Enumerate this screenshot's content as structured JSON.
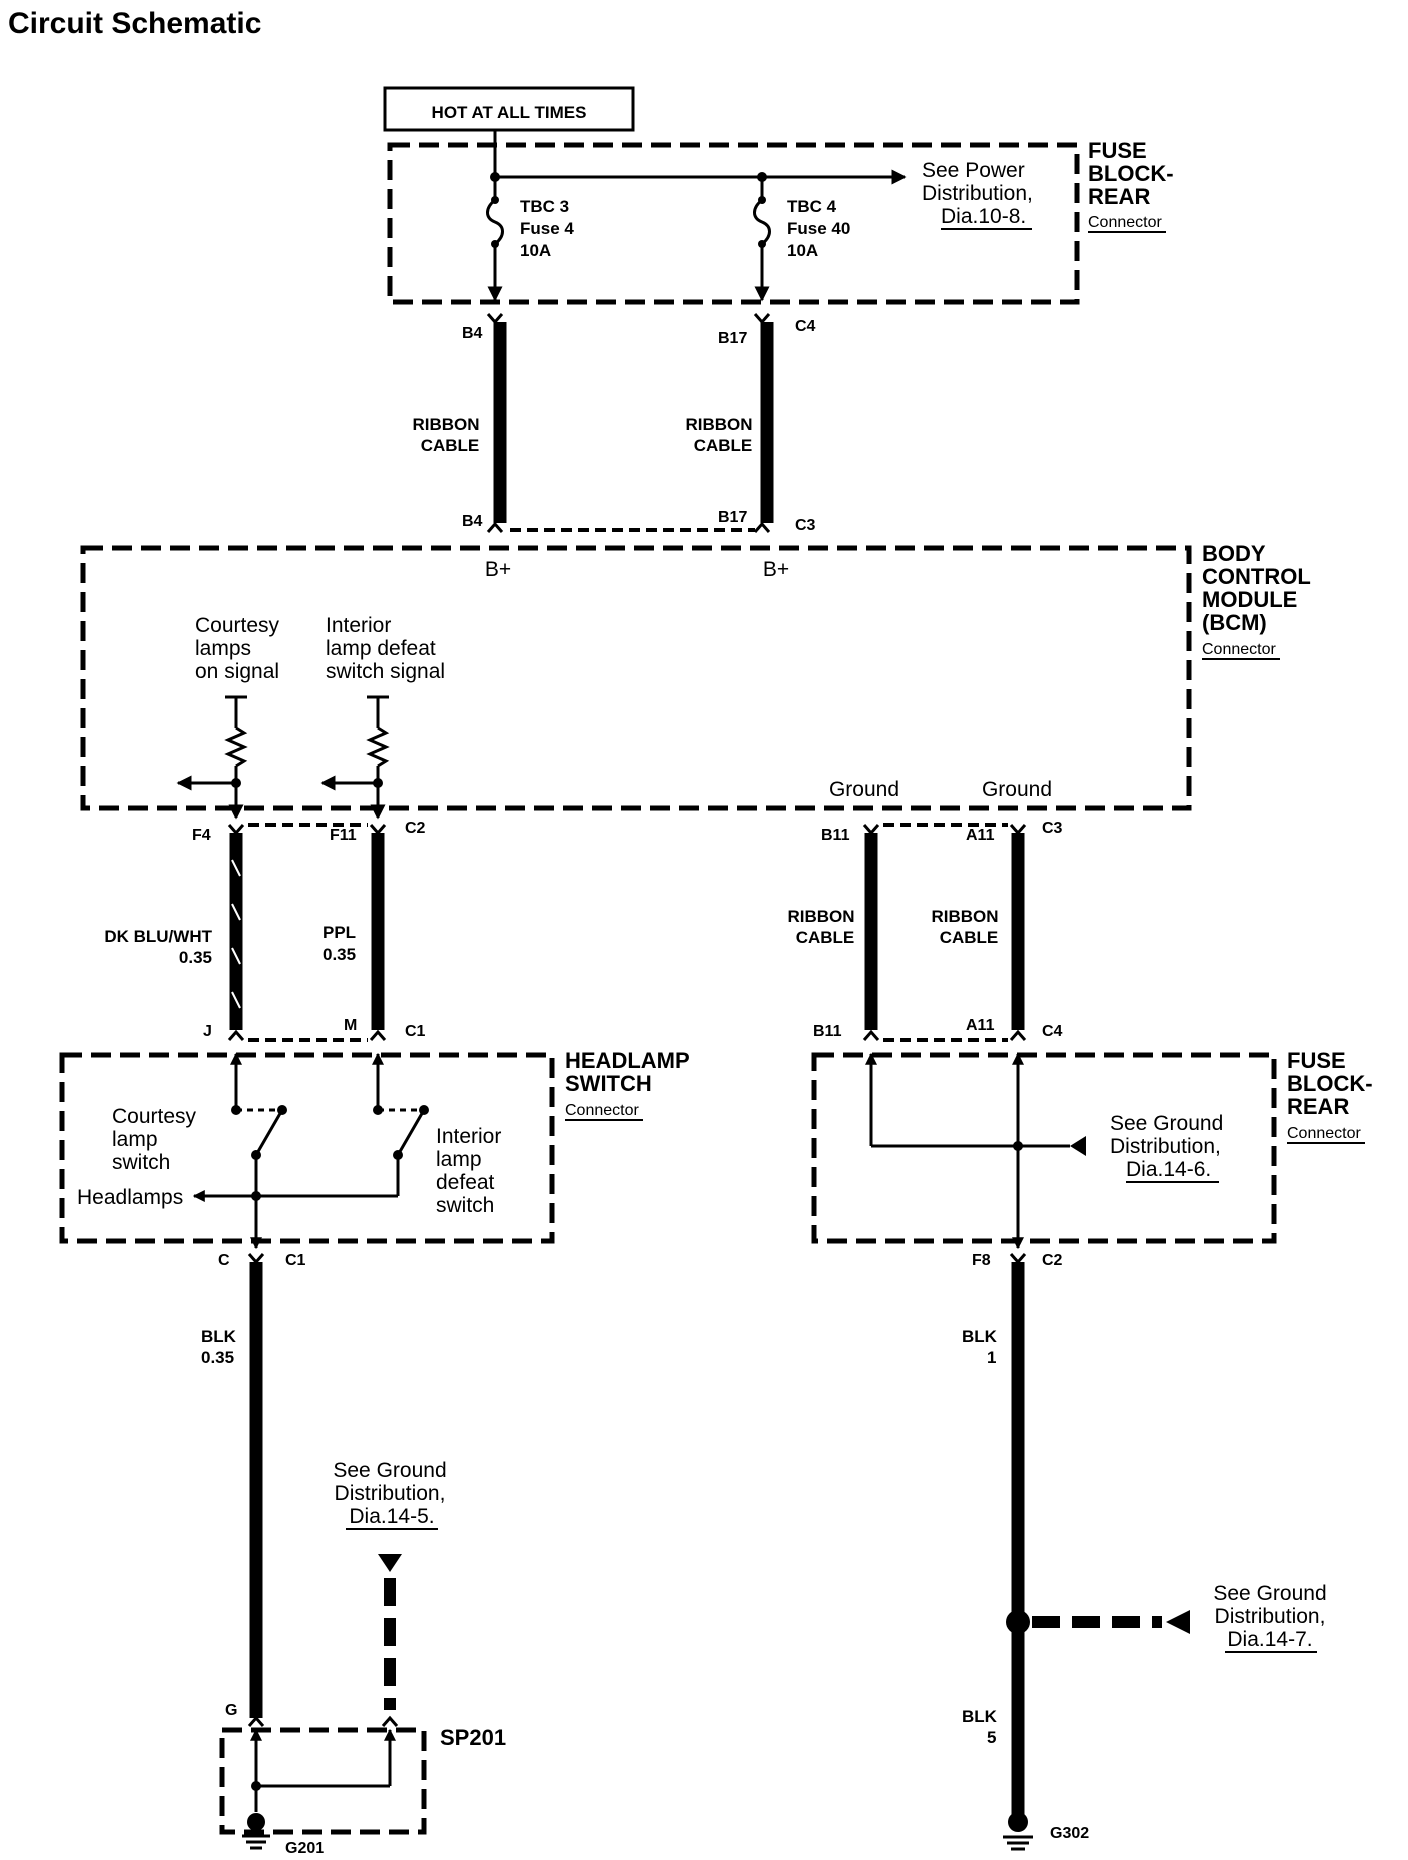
{
  "title": "Circuit Schematic",
  "hot_label": "HOT AT ALL TIMES",
  "fuse_block_top": {
    "name": [
      "FUSE",
      "BLOCK-",
      "REAR"
    ],
    "sub": "Connector"
  },
  "fuse_left": {
    "lines": [
      "TBC 3",
      "Fuse 4",
      "10A"
    ]
  },
  "fuse_right": {
    "lines": [
      "TBC 4",
      "Fuse 40",
      "10A"
    ]
  },
  "power_ref": {
    "lines": [
      "See Power",
      "Distribution,"
    ],
    "link": "Dia.10-8."
  },
  "pins_top": {
    "b4_up": "B4",
    "b17_up": "B17",
    "c4_up": "C4",
    "b4_dn": "B4",
    "b17_dn": "B17",
    "c3_dn": "C3"
  },
  "ribbon": {
    "line1": "RIBBON",
    "line2": "CABLE"
  },
  "bcm": {
    "name": [
      "BODY",
      "CONTROL",
      "MODULE",
      "(BCM)"
    ],
    "sub": "Connector",
    "bplus": "B+",
    "courtesy_signal": [
      "Courtesy",
      "lamps",
      "on signal"
    ],
    "interior_signal": [
      "Interior",
      "lamp defeat",
      "switch signal"
    ],
    "ground": "Ground"
  },
  "pins_mid": {
    "f4": "F4",
    "f11": "F11",
    "c2": "C2",
    "b11": "B11",
    "a11": "A11",
    "c3": "C3"
  },
  "wires": {
    "dkblu": [
      "DK BLU/WHT",
      "0.35"
    ],
    "ppl": [
      "PPL",
      "0.35"
    ],
    "blk_left": [
      "BLK",
      "0.35"
    ],
    "blk_right1": [
      "BLK",
      "1"
    ],
    "blk_right5": [
      "BLK",
      "5"
    ]
  },
  "pins_low": {
    "j": "J",
    "m": "M",
    "c1": "C1",
    "b11": "B11",
    "a11": "A11",
    "c4": "C4"
  },
  "headlamp_switch": {
    "name": [
      "HEADLAMP",
      "SWITCH"
    ],
    "sub": "Connector",
    "courtesy": [
      "Courtesy",
      "lamp",
      "switch"
    ],
    "interior": [
      "Interior",
      "lamp",
      "defeat",
      "switch"
    ],
    "headlamps": "Headlamps"
  },
  "fuse_block_low": {
    "name": [
      "FUSE",
      "BLOCK-",
      "REAR"
    ],
    "sub": "Connector"
  },
  "ground_ref_146": {
    "lines": [
      "See Ground",
      "Distribution,"
    ],
    "link": "Dia.14-6."
  },
  "pins_bottom": {
    "c": "C",
    "c1": "C1",
    "f8": "F8",
    "c2": "C2",
    "g": "G"
  },
  "ground_ref_145": {
    "lines": [
      "See Ground",
      "Distribution,"
    ],
    "link": "Dia.14-5."
  },
  "ground_ref_147": {
    "lines": [
      "See Ground",
      "Distribution,"
    ],
    "link": "Dia.14-7."
  },
  "splice": "SP201",
  "g201": "G201",
  "g302": "G302"
}
